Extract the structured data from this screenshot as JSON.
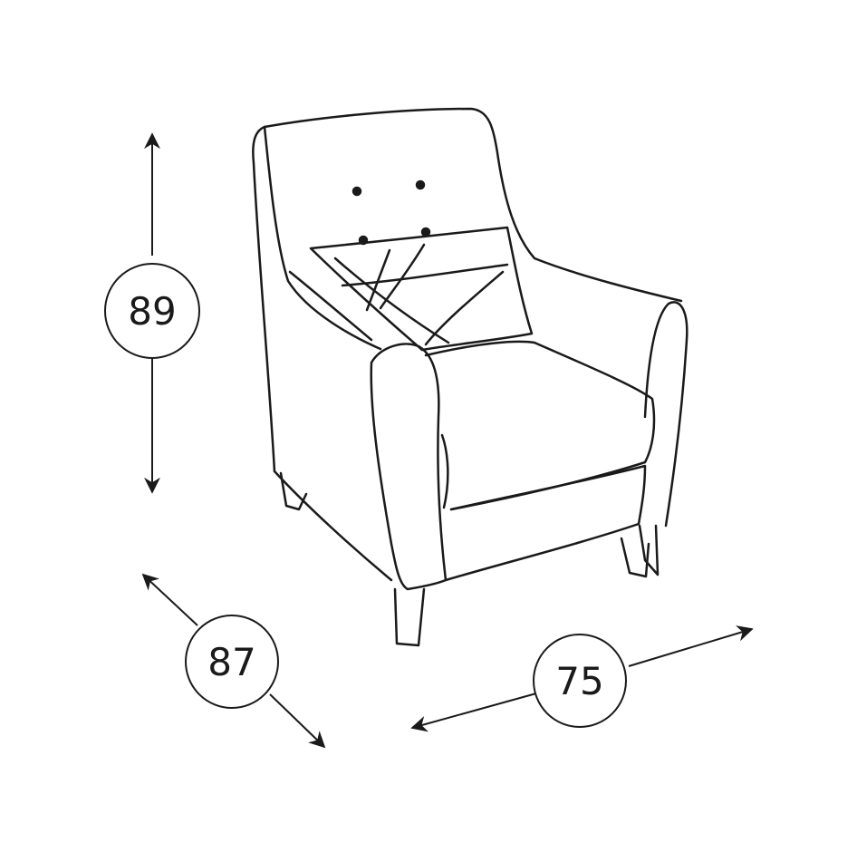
{
  "dimensions": {
    "height": "89",
    "depth": "87",
    "width": "75"
  },
  "colors": {
    "line": "#1a1a1a",
    "background": "#ffffff"
  },
  "icons": {
    "drawing": "armchair-line-drawing",
    "arrow": "double-headed-arrow"
  }
}
